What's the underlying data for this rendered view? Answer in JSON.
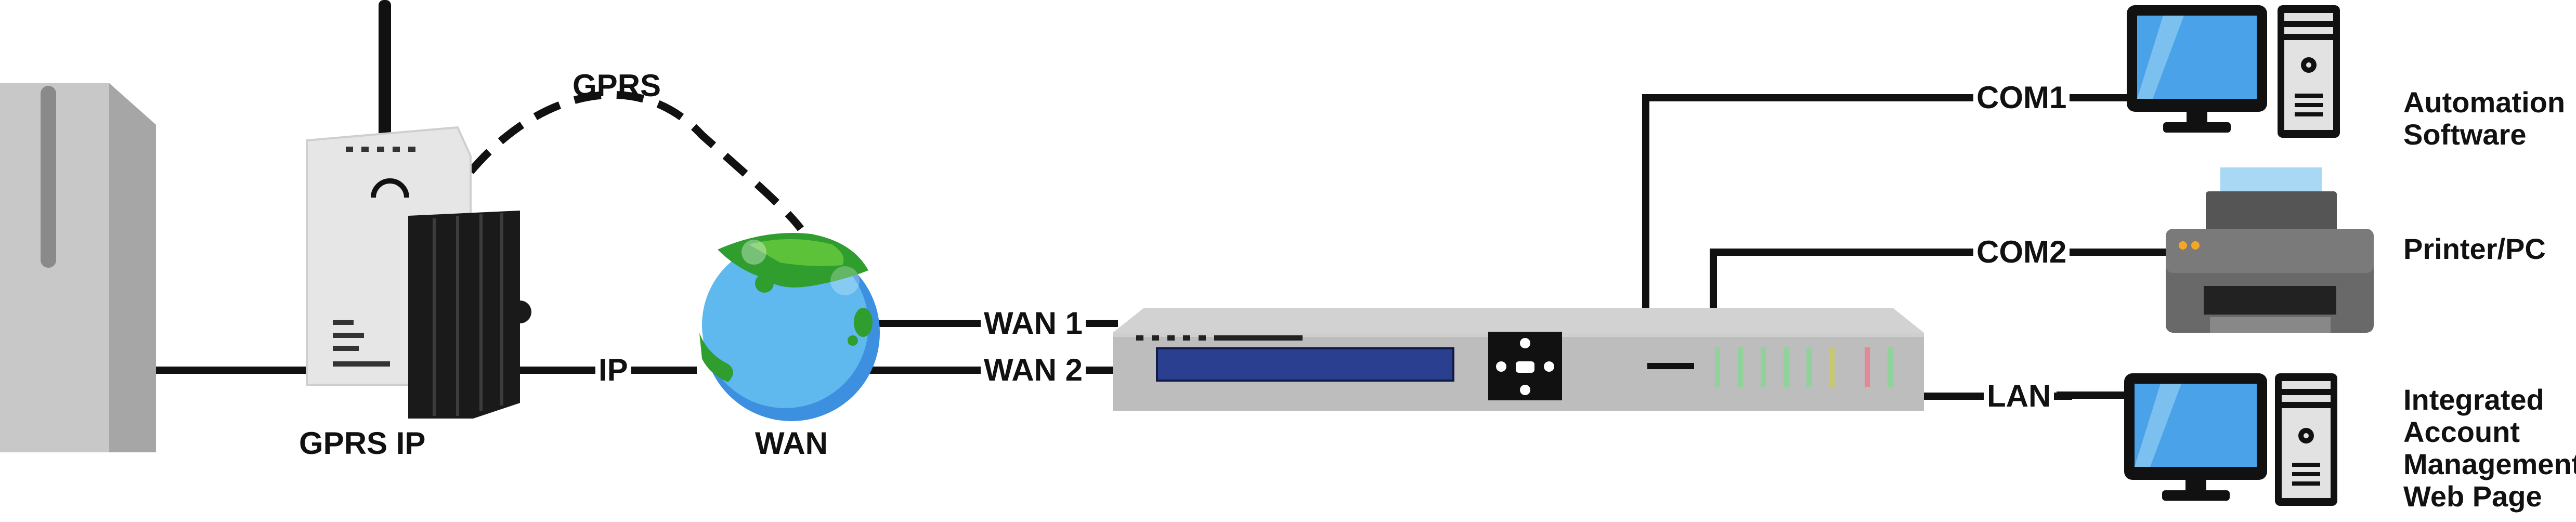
{
  "labels": {
    "gprs": "GPRS",
    "ip": "IP",
    "gprs_ip": "GPRS IP",
    "wan": "WAN",
    "wan1": "WAN 1",
    "wan2": "WAN 2",
    "com1": "COM1",
    "com2": "COM2",
    "lan": "LAN"
  },
  "devices": {
    "automation": [
      "Automation",
      "Software"
    ],
    "printer": "Printer/PC",
    "account": [
      "Integrated",
      "Account",
      "Management",
      "Web Page"
    ]
  },
  "colors": {
    "line": "#111111",
    "server_gray": "#c8c8c8",
    "panel_blue": "#2a3f8f",
    "screen_blue": "#4aa3e8",
    "globe_blue": "#5fb8ee",
    "globe_green": "#2f9e2f",
    "led_green": "#8fd39a",
    "led_red": "#e08a96",
    "paper_blue": "#a9d8f5"
  },
  "icons": [
    "server-tower-icon",
    "gprs-modem-icon",
    "globe-icon",
    "rack-appliance-icon",
    "desktop-computer-icon",
    "printer-icon"
  ]
}
